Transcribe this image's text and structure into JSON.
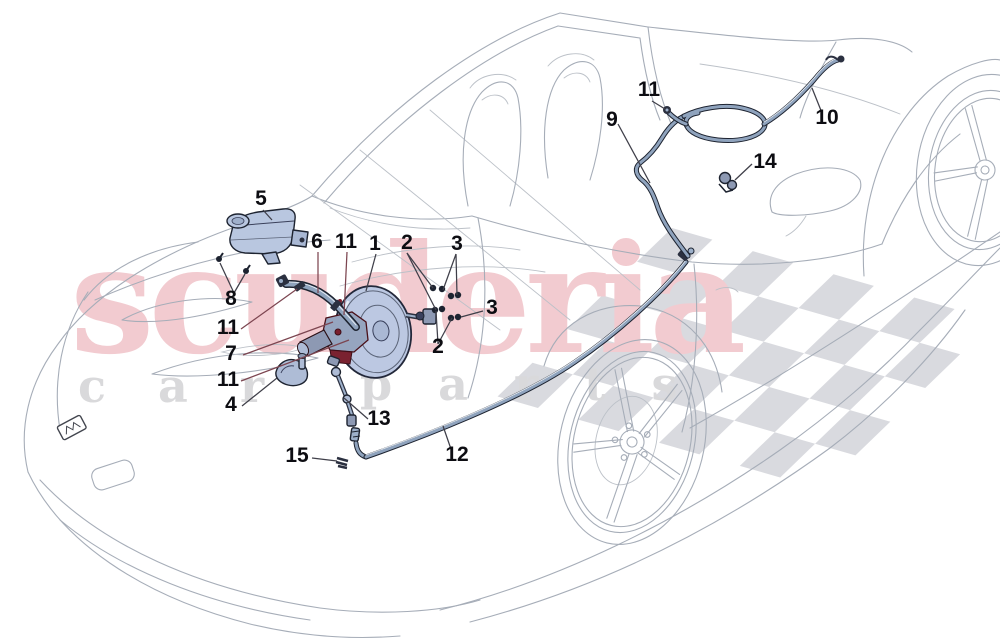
{
  "watermark": {
    "brand": "scuderia",
    "word1": "car",
    "word2": "parts",
    "brand_color": "#f2cbd0",
    "letters_color": "#d9d9db"
  },
  "flag": {
    "color": "#d9dadf"
  },
  "components": {
    "reservoir": "brake-fluid-reservoir",
    "servo": "brake-servo-booster",
    "master_cylinder": "master-cylinder",
    "component_fill": "#bcc8e2",
    "pipe_color": "#8fa3bd",
    "accent_maroon": "#7a2230"
  },
  "callouts": [
    {
      "label": "5"
    },
    {
      "label": "8"
    },
    {
      "label": "6"
    },
    {
      "label": "11"
    },
    {
      "label": "1"
    },
    {
      "label": "2"
    },
    {
      "label": "3"
    },
    {
      "label": "3"
    },
    {
      "label": "2"
    },
    {
      "label": "11"
    },
    {
      "label": "7"
    },
    {
      "label": "11"
    },
    {
      "label": "4"
    },
    {
      "label": "13"
    },
    {
      "label": "15"
    },
    {
      "label": "12"
    },
    {
      "label": "9"
    },
    {
      "label": "11"
    },
    {
      "label": "10"
    },
    {
      "label": "14"
    }
  ]
}
